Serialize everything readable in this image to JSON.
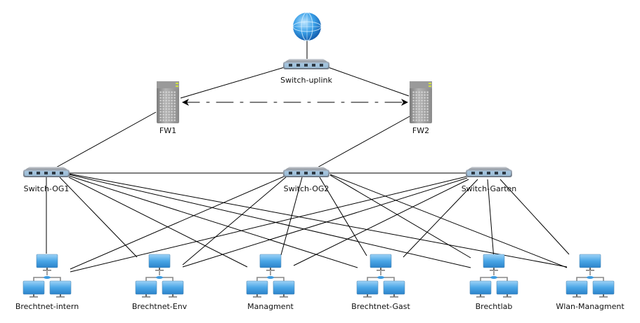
{
  "diagram": {
    "title": "Network topology",
    "nodes": {
      "internet": {
        "label": "",
        "icon": "globe-icon"
      },
      "switch_uplink": {
        "label": "Switch-uplink",
        "icon": "switch-icon"
      },
      "fw1": {
        "label": "FW1",
        "icon": "server-tower-icon"
      },
      "fw2": {
        "label": "FW2",
        "icon": "server-tower-icon"
      },
      "switch_og1": {
        "label": "Switch-OG1",
        "icon": "switch-icon"
      },
      "switch_og2": {
        "label": "Switch-OG2",
        "icon": "switch-icon"
      },
      "switch_garten": {
        "label": "Switch-Garten",
        "icon": "switch-icon"
      },
      "net_intern": {
        "label": "Brechtnet-intern",
        "icon": "network-group-icon"
      },
      "net_env": {
        "label": "Brechtnet-Env",
        "icon": "network-group-icon"
      },
      "net_managment": {
        "label": "Managment",
        "icon": "network-group-icon"
      },
      "net_gast": {
        "label": "Brechtnet-Gast",
        "icon": "network-group-icon"
      },
      "net_brechtlab": {
        "label": "Brechtlab",
        "icon": "network-group-icon"
      },
      "net_wlan": {
        "label": "Wlan-Managment",
        "icon": "network-group-icon"
      }
    },
    "edges": [
      {
        "from": "internet",
        "to": "switch_uplink",
        "style": "solid"
      },
      {
        "from": "switch_uplink",
        "to": "fw1",
        "style": "solid"
      },
      {
        "from": "switch_uplink",
        "to": "fw2",
        "style": "solid"
      },
      {
        "from": "fw1",
        "to": "fw2",
        "style": "dash-dot-bidirectional"
      },
      {
        "from": "fw1",
        "to": "switch_og1",
        "style": "solid"
      },
      {
        "from": "fw2",
        "to": "switch_og2",
        "style": "solid"
      },
      {
        "from": "switch_og1",
        "to": "switch_og2",
        "style": "solid"
      },
      {
        "from": "switch_og2",
        "to": "switch_garten",
        "style": "solid"
      },
      {
        "from": "switch_og1",
        "to": "net_intern",
        "style": "solid"
      },
      {
        "from": "switch_og1",
        "to": "net_env",
        "style": "solid"
      },
      {
        "from": "switch_og1",
        "to": "net_managment",
        "style": "solid"
      },
      {
        "from": "switch_og1",
        "to": "net_gast",
        "style": "solid"
      },
      {
        "from": "switch_og1",
        "to": "net_brechtlab",
        "style": "solid"
      },
      {
        "from": "switch_og1",
        "to": "net_wlan",
        "style": "solid"
      },
      {
        "from": "switch_og2",
        "to": "net_intern",
        "style": "solid"
      },
      {
        "from": "switch_og2",
        "to": "net_env",
        "style": "solid"
      },
      {
        "from": "switch_og2",
        "to": "net_managment",
        "style": "solid"
      },
      {
        "from": "switch_og2",
        "to": "net_gast",
        "style": "solid"
      },
      {
        "from": "switch_og2",
        "to": "net_brechtlab",
        "style": "solid"
      },
      {
        "from": "switch_og2",
        "to": "net_wlan",
        "style": "solid"
      },
      {
        "from": "switch_garten",
        "to": "net_intern",
        "style": "solid"
      },
      {
        "from": "switch_garten",
        "to": "net_env",
        "style": "solid"
      },
      {
        "from": "switch_garten",
        "to": "net_managment",
        "style": "solid"
      },
      {
        "from": "switch_garten",
        "to": "net_gast",
        "style": "solid"
      },
      {
        "from": "switch_garten",
        "to": "net_brechtlab",
        "style": "solid"
      },
      {
        "from": "switch_garten",
        "to": "net_wlan",
        "style": "solid"
      }
    ]
  }
}
